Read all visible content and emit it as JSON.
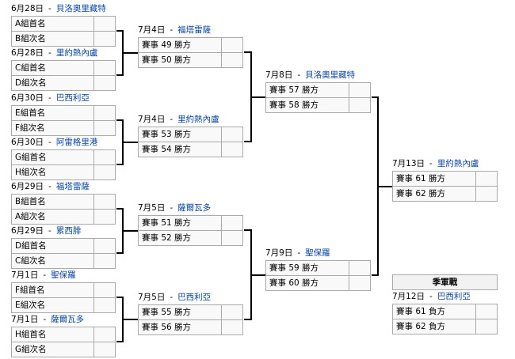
{
  "bracket": {
    "round_of_16": [
      {
        "date": "6月28日",
        "venue": "貝洛奧里藏特",
        "teams": [
          "A組首名",
          "B組次名"
        ],
        "scores": [
          "",
          ""
        ]
      },
      {
        "date": "6月28日",
        "venue": "里約熱內盧",
        "teams": [
          "C組首名",
          "D組次名"
        ],
        "scores": [
          "",
          ""
        ]
      },
      {
        "date": "6月30日",
        "venue": "巴西利亞",
        "teams": [
          "E組首名",
          "F組次名"
        ],
        "scores": [
          "",
          ""
        ]
      },
      {
        "date": "6月30日",
        "venue": "阿雷格里港",
        "teams": [
          "G組首名",
          "H組次名"
        ],
        "scores": [
          "",
          ""
        ]
      },
      {
        "date": "6月29日",
        "venue": "福塔雷薩",
        "teams": [
          "B組首名",
          "A組次名"
        ],
        "scores": [
          "",
          ""
        ]
      },
      {
        "date": "6月29日",
        "venue": "累西腓",
        "teams": [
          "D組首名",
          "C組次名"
        ],
        "scores": [
          "",
          ""
        ]
      },
      {
        "date": "7月1日",
        "venue": "聖保羅",
        "teams": [
          "F組首名",
          "E組次名"
        ],
        "scores": [
          "",
          ""
        ]
      },
      {
        "date": "7月1日",
        "venue": "薩爾瓦多",
        "teams": [
          "H組首名",
          "G組次名"
        ],
        "scores": [
          "",
          ""
        ]
      }
    ],
    "quarterfinals": [
      {
        "date": "7月4日",
        "venue": "福塔雷薩",
        "teams": [
          "賽事 49 勝方",
          "賽事 50 勝方"
        ],
        "scores": [
          "",
          ""
        ]
      },
      {
        "date": "7月4日",
        "venue": "里約熱內盧",
        "teams": [
          "賽事 53 勝方",
          "賽事 54 勝方"
        ],
        "scores": [
          "",
          ""
        ]
      },
      {
        "date": "7月5日",
        "venue": "薩爾瓦多",
        "teams": [
          "賽事 51 勝方",
          "賽事 52 勝方"
        ],
        "scores": [
          "",
          ""
        ]
      },
      {
        "date": "7月5日",
        "venue": "巴西利亞",
        "teams": [
          "賽事 55 勝方",
          "賽事 56 勝方"
        ],
        "scores": [
          "",
          ""
        ]
      }
    ],
    "semifinals": [
      {
        "date": "7月8日",
        "venue": "貝洛奧里藏特",
        "teams": [
          "賽事 57 勝方",
          "賽事 58 勝方"
        ],
        "scores": [
          "",
          ""
        ]
      },
      {
        "date": "7月9日",
        "venue": "聖保羅",
        "teams": [
          "賽事 59 勝方",
          "賽事 60 勝方"
        ],
        "scores": [
          "",
          ""
        ]
      }
    ],
    "final": {
      "date": "7月13日",
      "venue": "里約熱內盧",
      "teams": [
        "賽事 61 勝方",
        "賽事 62 勝方"
      ],
      "scores": [
        "",
        ""
      ]
    },
    "third_place": {
      "title": "季軍戰",
      "date": "7月12日",
      "venue": "巴西利亞",
      "teams": [
        "賽事 61 負方",
        "賽事 62 負方"
      ],
      "scores": [
        "",
        ""
      ]
    },
    "separator": "-"
  },
  "colors": {
    "link": "#0645ad",
    "cell_bg": "#f9f9f9",
    "cell_border": "#aaaaaa",
    "connector": "#000000"
  }
}
